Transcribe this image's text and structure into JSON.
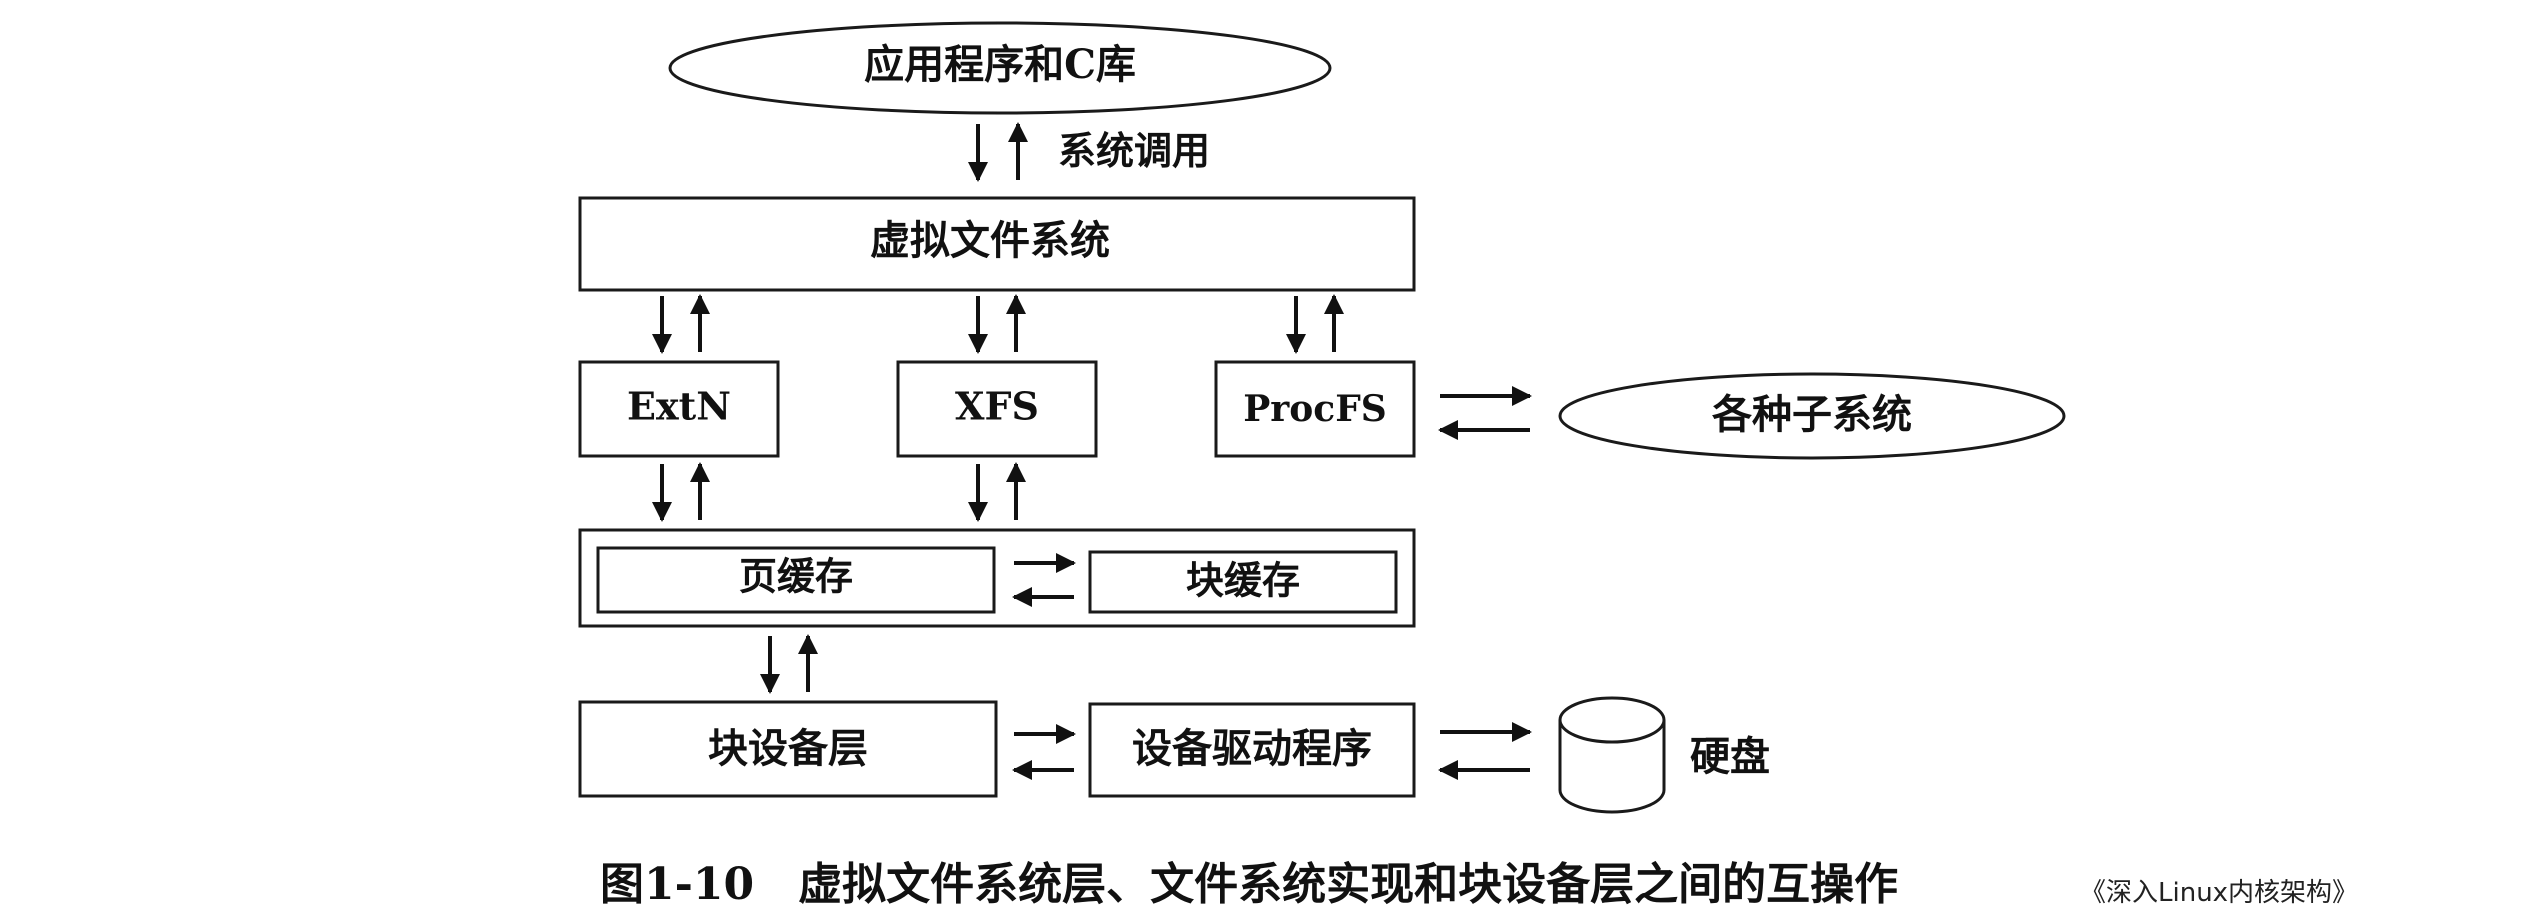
{
  "nodes": {
    "app": "应用程序和C库",
    "syscall": "系统调用",
    "vfs": "虚拟文件系统",
    "extn": "ExtN",
    "xfs": "XFS",
    "procfs": "ProcFS",
    "subsystems": "各种子系统",
    "page_cache": "页缓存",
    "block_cache": "块缓存",
    "block_layer": "块设备层",
    "driver": "设备驱动程序",
    "disk": "硬盘"
  },
  "caption": {
    "number": "图1-10",
    "text": "虚拟文件系统层、文件系统实现和块设备层之间的互操作"
  },
  "source": "《深入Linux内核架构》"
}
